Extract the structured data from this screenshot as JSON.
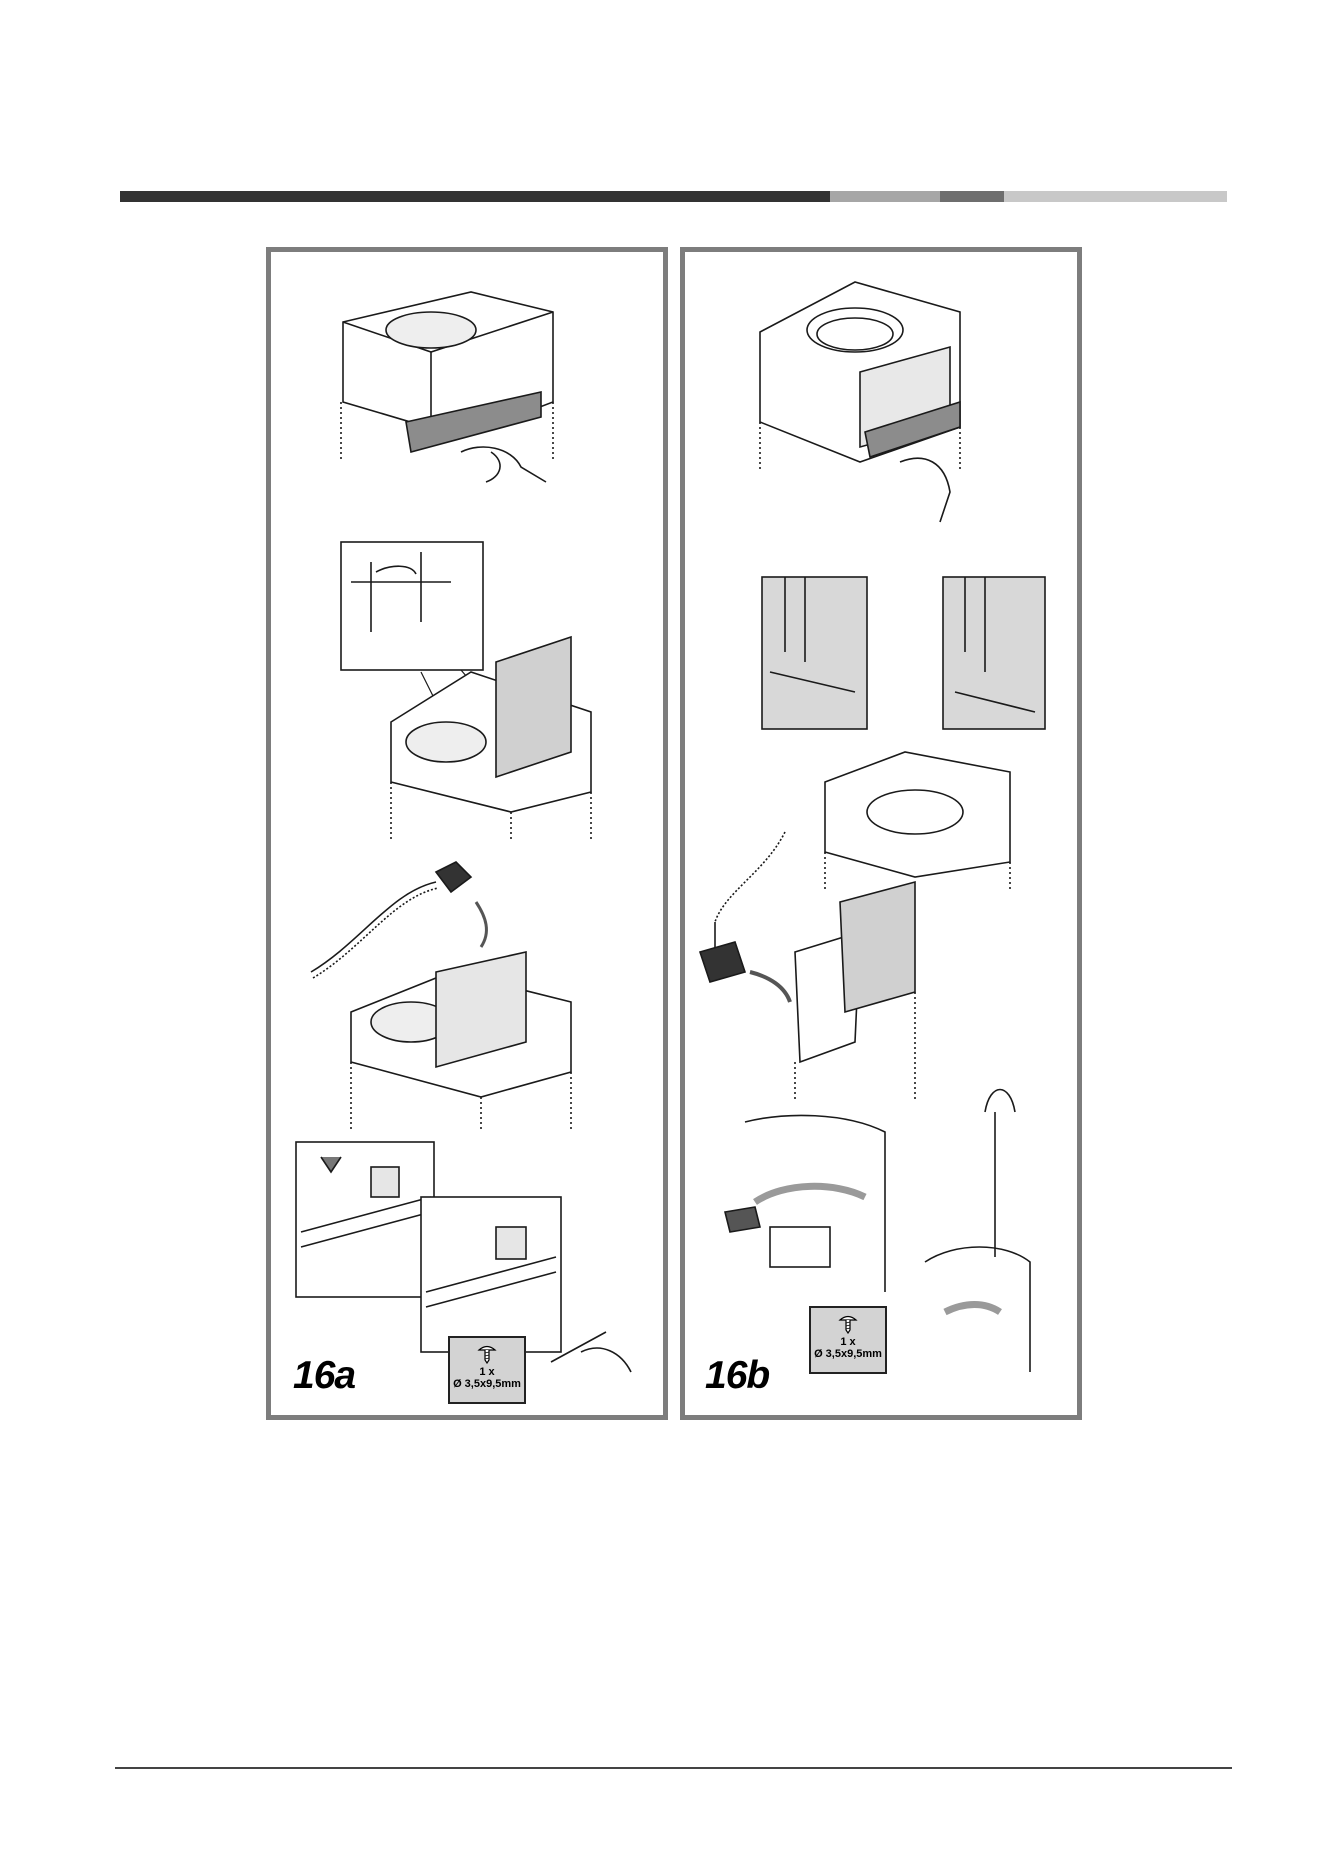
{
  "header_bar": {
    "segments": [
      {
        "color": "#333333",
        "fraction": 0.64
      },
      {
        "color": "#a6a6a6",
        "fraction": 0.1
      },
      {
        "color": "#6e6e6e",
        "fraction": 0.06
      },
      {
        "color": "#c8c8c8",
        "fraction": 0.2
      }
    ]
  },
  "figures": [
    {
      "label": "16a",
      "screw": {
        "quantity": "1 x",
        "size": "Ø 3,5x9,5mm"
      }
    },
    {
      "label": "16b",
      "screw": {
        "quantity": "1 x",
        "size": "Ø 3,5x9,5mm"
      }
    }
  ],
  "colors": {
    "panel_border": "#7d7d7d",
    "line_art": "#1a1a1a",
    "shading": "#bdbdbd",
    "tape": "#8c8c8c"
  }
}
